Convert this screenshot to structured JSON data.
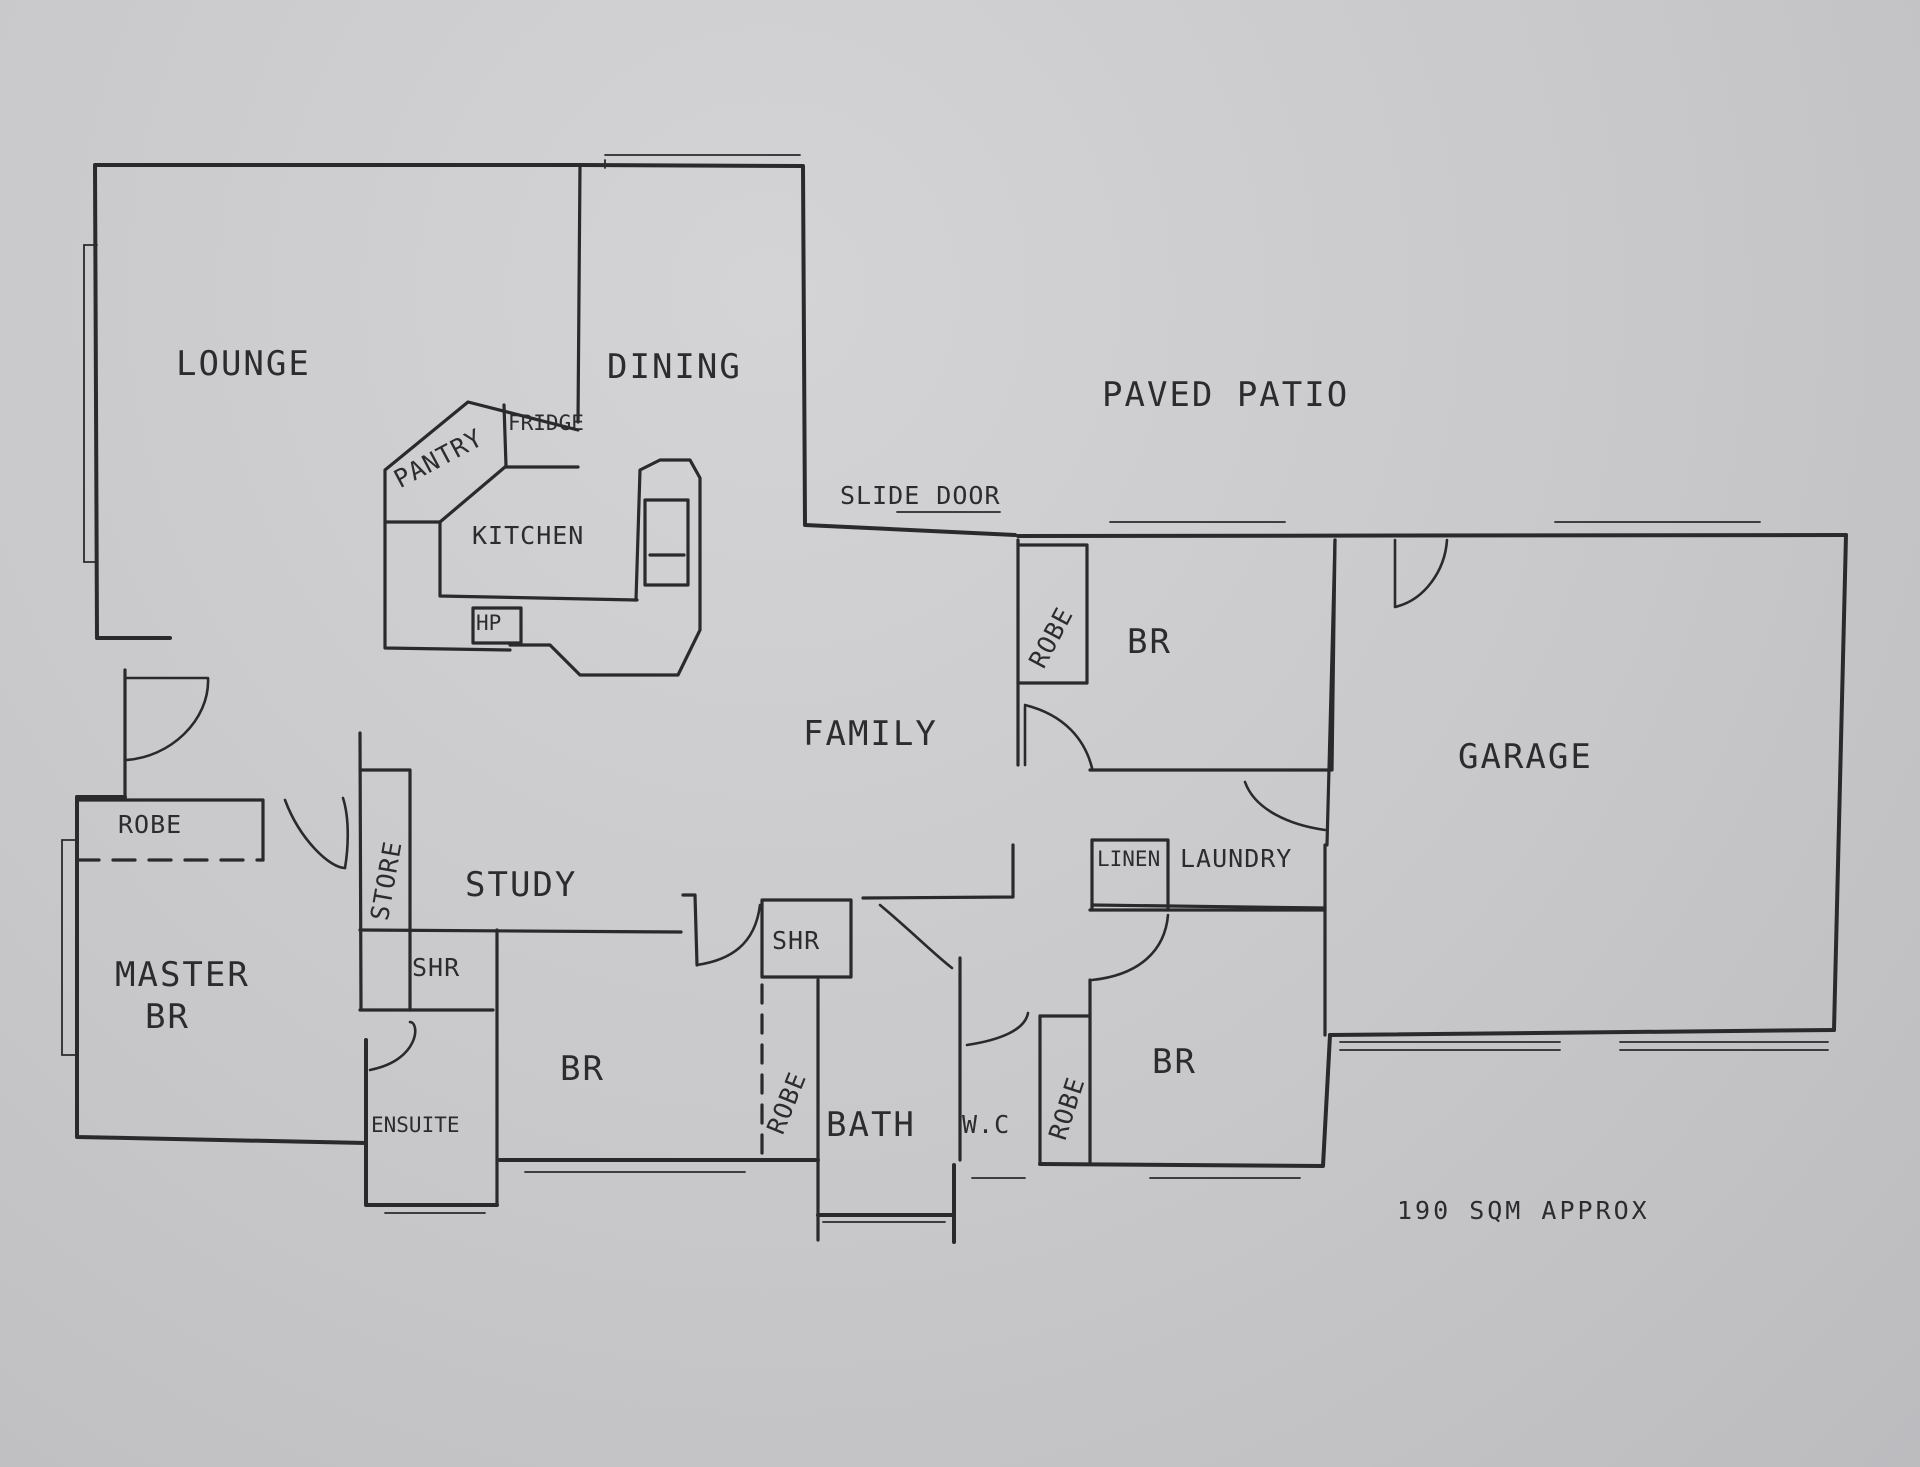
{
  "labels": {
    "lounge": "LOUNGE",
    "dining": "DINING",
    "paved_patio": "PAVED PATIO",
    "pantry": "PANTRY",
    "fridge": "FRIDGE",
    "kitchen": "KITCHEN",
    "hp": "HP",
    "slide_door": "SLIDE DOOR",
    "robe_br1": "ROBE",
    "br1": "BR",
    "family": "FAMILY",
    "garage": "GARAGE",
    "robe_master": "ROBE",
    "store": "STORE",
    "study": "STUDY",
    "linen": "LINEN",
    "laundry": "LAUNDRY",
    "master_br_line1": "MASTER",
    "master_br_line2": "BR",
    "shr_ensuite": "SHR",
    "shr_bath": "SHR",
    "br2": "BR",
    "br3": "BR",
    "robe_br2": "ROBE",
    "robe_br3": "ROBE",
    "bath": "BATH",
    "wc": "W.C",
    "ensuite": "ENSUITE",
    "area_note": "190 SQM APPROX"
  },
  "colors": {
    "paper": "#c9c9cb",
    "ink": "#2c2c2e"
  }
}
